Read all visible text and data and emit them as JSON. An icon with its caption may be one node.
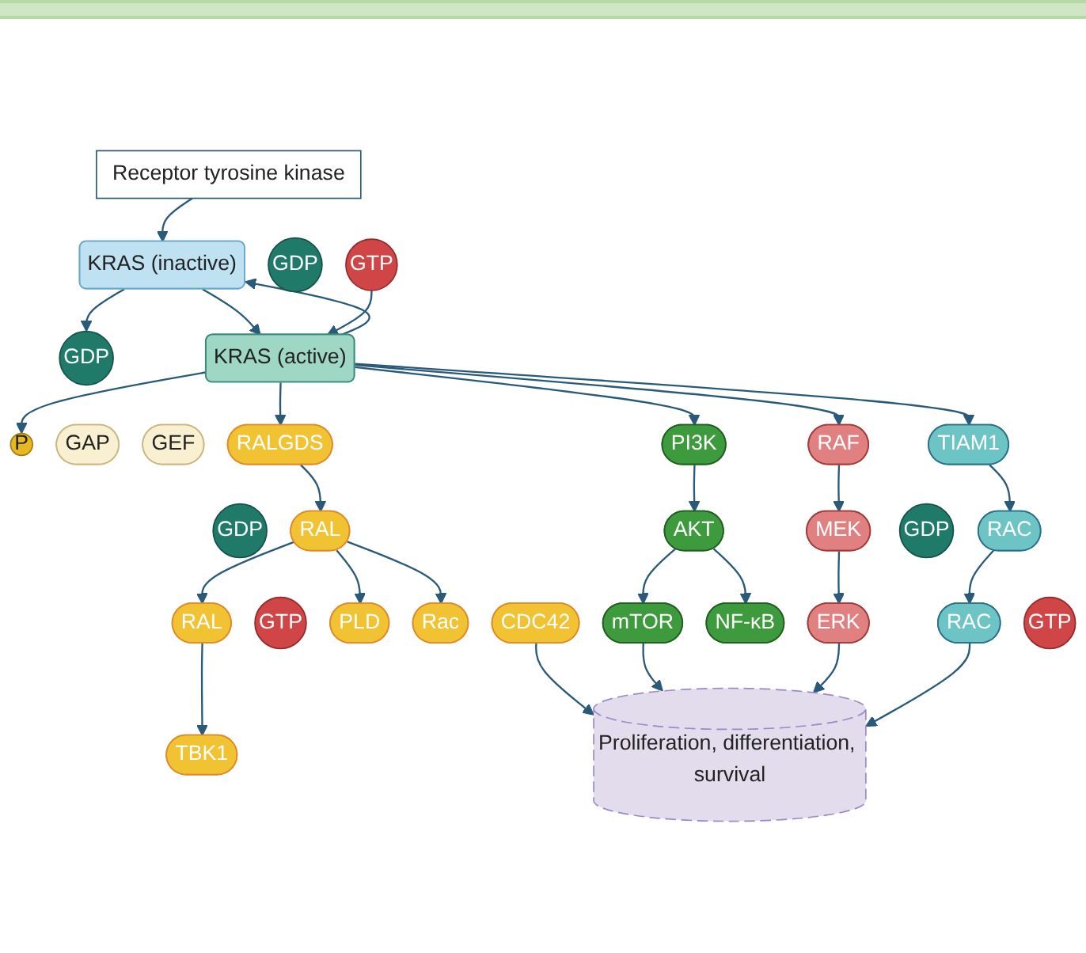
{
  "diagram": {
    "nodes": [
      {
        "text": [
          "Receptor tyrosine kinase"
        ]
      },
      {
        "text": [
          "KRAS (inactive)"
        ]
      },
      {
        "text": [
          "GDP"
        ]
      },
      {
        "text": [
          "P"
        ]
      },
      {
        "text": [
          "GAP"
        ]
      },
      {
        "text": [
          "GTP"
        ]
      },
      {
        "text": [
          "GEF"
        ]
      },
      {
        "text": [
          "GDP"
        ]
      },
      {
        "text": [
          "KRAS (active)"
        ]
      },
      {
        "text": [
          "RALGDS"
        ]
      },
      {
        "text": [
          "GDP"
        ]
      },
      {
        "text": [
          "RAL"
        ]
      },
      {
        "text": [
          "RAL"
        ]
      },
      {
        "text": [
          "GTP"
        ]
      },
      {
        "text": [
          "PLD"
        ]
      },
      {
        "text": [
          "Rac"
        ]
      },
      {
        "text": [
          "CDC42"
        ]
      },
      {
        "text": [
          "TBK1"
        ]
      },
      {
        "text": [
          "PI3K"
        ]
      },
      {
        "text": [
          "AKT"
        ]
      },
      {
        "text": [
          "mTOR"
        ]
      },
      {
        "text": [
          "NF-κB"
        ]
      },
      {
        "text": [
          "RAF"
        ]
      },
      {
        "text": [
          "MEK"
        ]
      },
      {
        "text": [
          "ERK"
        ]
      },
      {
        "text": [
          "TIAM1"
        ]
      },
      {
        "text": [
          "GDP"
        ]
      },
      {
        "text": [
          "RAC"
        ]
      },
      {
        "text": [
          "RAC"
        ]
      },
      {
        "text": [
          "GTP"
        ]
      },
      {
        "text": [
          "Proliferation, differentiation, survival"
        ]
      }
    ],
    "edges": [
      {
        "from": 0,
        "to": 1,
        "arrow": "to"
      },
      {
        "from": 1,
        "to": 8,
        "arrow": "to"
      },
      {
        "from": 5,
        "to": 8,
        "arrow": "to"
      },
      {
        "from": 1,
        "to": 7,
        "arrow": "to"
      },
      {
        "from": 8,
        "to": 1,
        "arrow": "to"
      },
      {
        "from": 8,
        "to": 3,
        "arrow": "to"
      },
      {
        "from": 8,
        "to": 9,
        "arrow": "to"
      },
      {
        "from": 8,
        "to": 18,
        "arrow": "to"
      },
      {
        "from": 8,
        "to": 22,
        "arrow": "to"
      },
      {
        "from": 8,
        "to": 25,
        "arrow": "to"
      },
      {
        "from": 9,
        "to": 11,
        "arrow": "to"
      },
      {
        "from": 11,
        "to": 12,
        "arrow": "to"
      },
      {
        "from": 11,
        "to": 14,
        "arrow": "to"
      },
      {
        "from": 11,
        "to": 15,
        "arrow": "to"
      },
      {
        "from": 12,
        "to": 17,
        "arrow": "to"
      },
      {
        "from": 18,
        "to": 19,
        "arrow": "to"
      },
      {
        "from": 19,
        "to": 20,
        "arrow": "to"
      },
      {
        "from": 19,
        "to": 21,
        "arrow": "to"
      },
      {
        "from": 22,
        "to": 23,
        "arrow": "to"
      },
      {
        "from": 23,
        "to": 24,
        "arrow": "to"
      },
      {
        "from": 25,
        "to": 27,
        "arrow": "to"
      },
      {
        "from": 27,
        "to": 28,
        "arrow": "to"
      },
      {
        "from": 16,
        "to": 30,
        "arrow": "to"
      },
      {
        "from": 20,
        "to": 30,
        "arrow": "to"
      },
      {
        "from": 24,
        "to": 30,
        "arrow": "to"
      },
      {
        "from": 28,
        "to": 30,
        "arrow": "to"
      }
    ]
  }
}
